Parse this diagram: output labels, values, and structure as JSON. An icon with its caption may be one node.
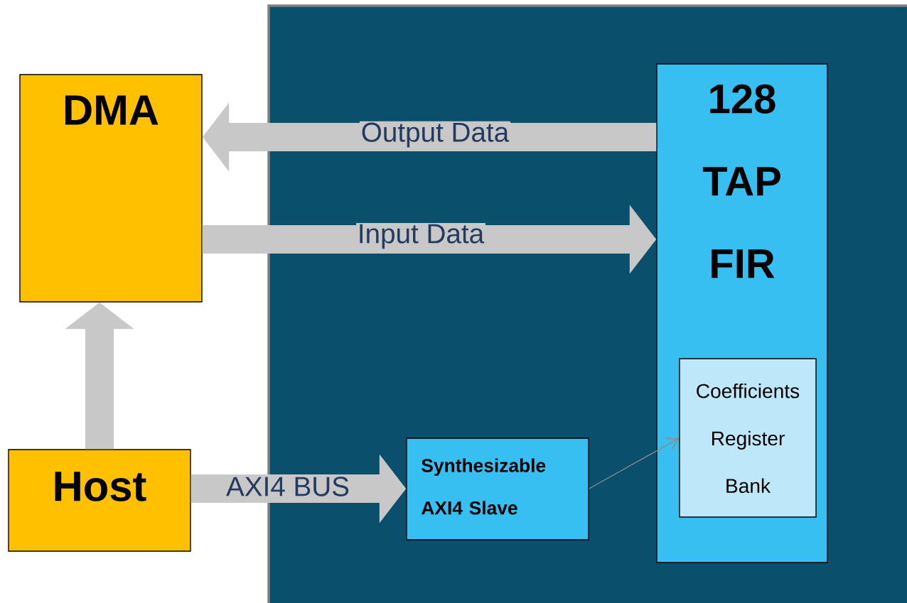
{
  "diagram": {
    "nodes": [
      {
        "text": [],
        "shape": "box"
      },
      {
        "text": [
          "DMA"
        ]
      },
      {
        "text": [
          "128 TAP FIR"
        ],
        "in": 0
      },
      {
        "text": [
          "Coefficients Register Bank"
        ],
        "in": 2
      },
      {
        "text": [
          "Host"
        ]
      },
      {
        "text": [
          "Synthesizable AXI4 Slave"
        ],
        "in": 0
      }
    ],
    "edges": [
      {
        "from": 2,
        "to": 1,
        "arrow": "to",
        "label": "Output Data"
      },
      {
        "from": 1,
        "to": 2,
        "arrow": "to",
        "label": "Input Data"
      },
      {
        "from": 4,
        "to": 1,
        "arrow": "to"
      },
      {
        "from": 4,
        "to": 5,
        "arrow": "to",
        "label": "AXI4 BUS"
      },
      {
        "from": 5,
        "to": 3,
        "arrow": "to",
        "color": "#8c8c8c"
      }
    ]
  }
}
